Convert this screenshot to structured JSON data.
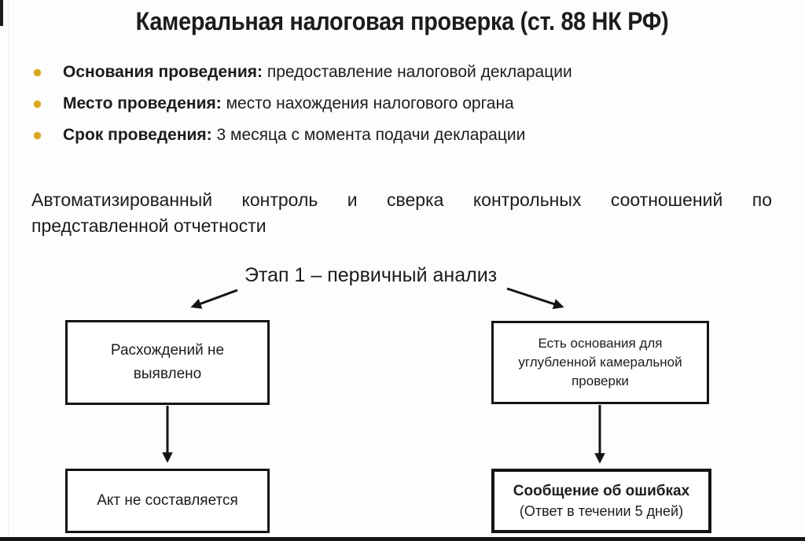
{
  "slide": {
    "title": "Камеральная налоговая проверка (ст. 88 НК РФ)",
    "bullets": [
      {
        "label": "Основания проведения:",
        "text": " предоставление налоговой декларации"
      },
      {
        "label": "Место проведения:",
        "text": " место нахождения налогового органа"
      },
      {
        "label": "Срок проведения:",
        "text": " 3 месяца с момента подачи декларации"
      }
    ],
    "paragraph_lines": [
      "Автоматизированный контроль и сверка контрольных соотношений по",
      "представленной отчетности"
    ],
    "stage_label": "Этап 1 – первичный анализ",
    "flowchart": {
      "left_branch": {
        "top_box_lines": [
          "Расхождений не",
          "выявлено"
        ],
        "bottom_box": "Акт не составляется"
      },
      "right_branch": {
        "top_box_lines": [
          "Есть основания для",
          "углубленной камеральной",
          "проверки"
        ],
        "bottom_box_title": "Сообщение об ошибках",
        "bottom_box_subtitle": "(Ответ в течении 5 дней)"
      }
    },
    "colors": {
      "bullet_dot": "#d9a71e",
      "text": "#1c1c1c",
      "box_border": "#141414",
      "background": "#fdfdfd"
    }
  }
}
